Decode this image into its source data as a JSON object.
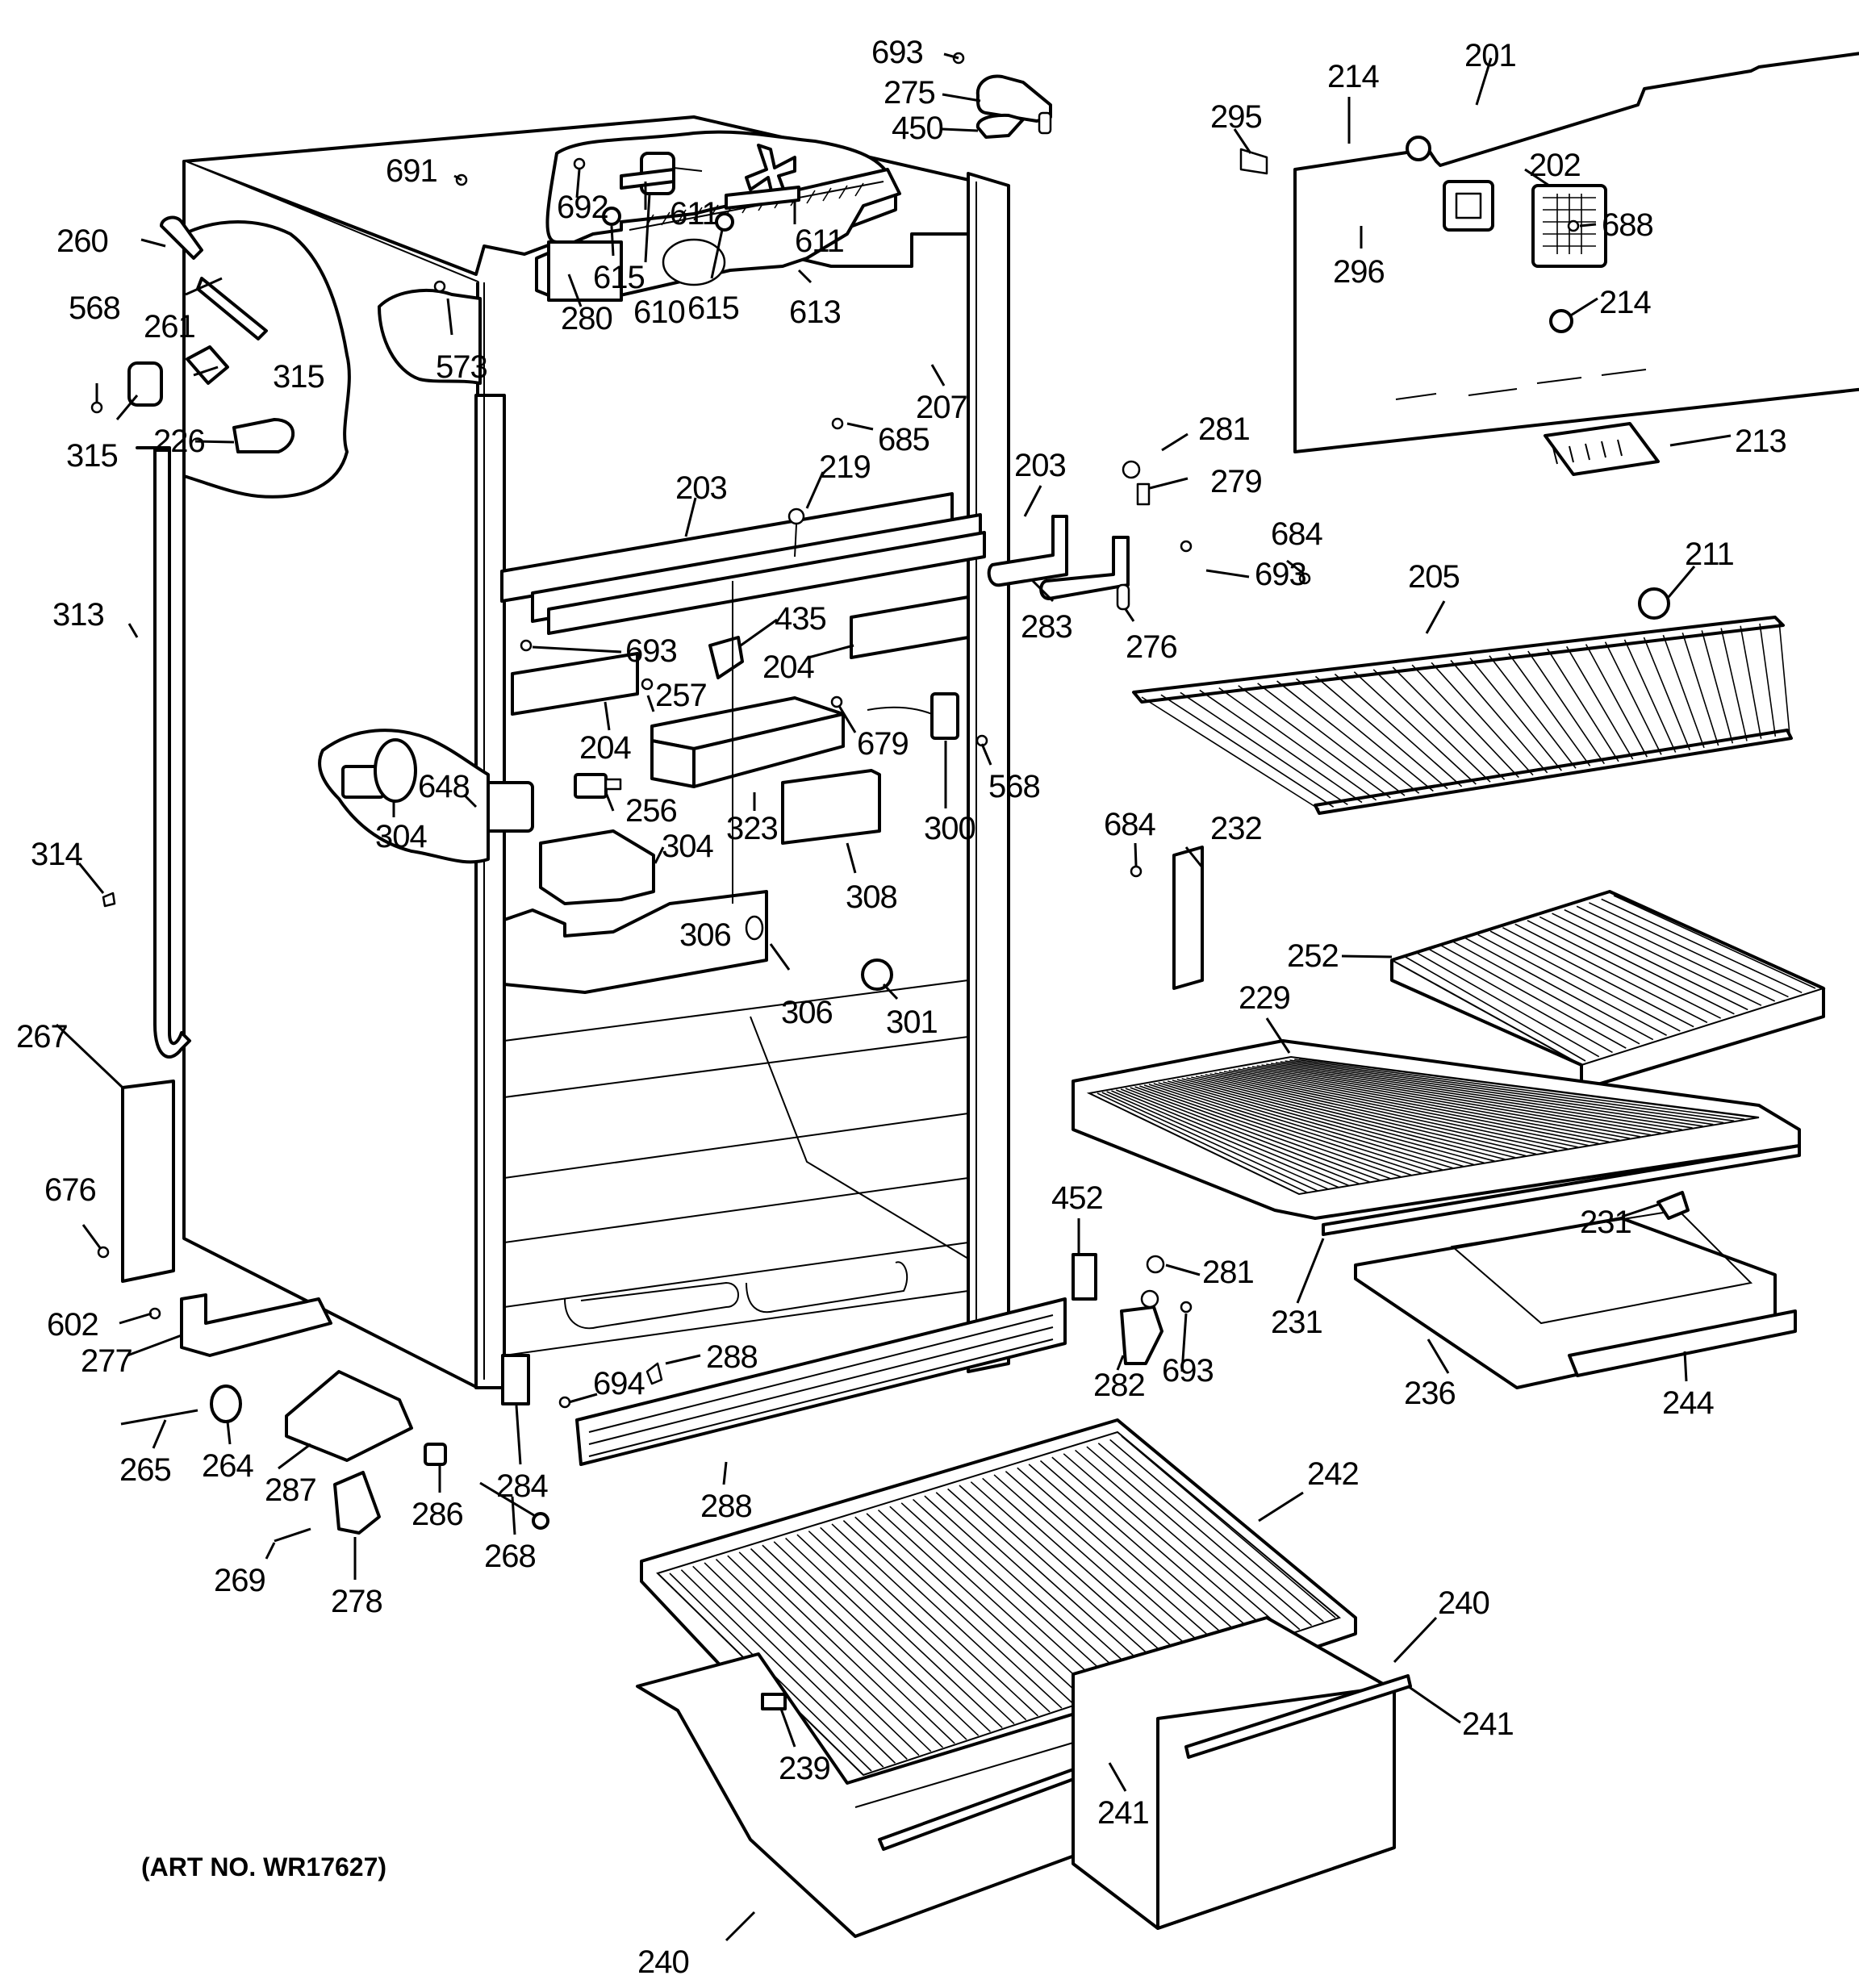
{
  "diagram": {
    "title_caption": "(ART NO. WR17627)",
    "subject": "Refrigerator cabinet exploded parts diagram",
    "callouts": [
      {
        "id": "c693a",
        "label": "693",
        "part": "screw"
      },
      {
        "id": "c275",
        "label": "275",
        "part": "top hinge"
      },
      {
        "id": "c450",
        "label": "450",
        "part": "hinge shim"
      },
      {
        "id": "c201",
        "label": "201",
        "part": "freezer liner back panel"
      },
      {
        "id": "c214a",
        "label": "214",
        "part": "plug"
      },
      {
        "id": "c295",
        "label": "295",
        "part": "wire harness"
      },
      {
        "id": "c202",
        "label": "202",
        "part": "light shield"
      },
      {
        "id": "c688",
        "label": "688",
        "part": "screw"
      },
      {
        "id": "c296",
        "label": "296",
        "part": "switch"
      },
      {
        "id": "c214b",
        "label": "214",
        "part": "plug"
      },
      {
        "id": "c691",
        "label": "691",
        "part": "screw"
      },
      {
        "id": "c692",
        "label": "692",
        "part": "screw"
      },
      {
        "id": "c611a",
        "label": "611",
        "part": "bracket"
      },
      {
        "id": "c611b",
        "label": "611",
        "part": "bracket"
      },
      {
        "id": "c260",
        "label": "260",
        "part": "elbow"
      },
      {
        "id": "c261",
        "label": "261",
        "part": "tube"
      },
      {
        "id": "c568a",
        "label": "568",
        "part": "screw"
      },
      {
        "id": "c315a",
        "label": "315",
        "part": "grommet"
      },
      {
        "id": "c315b",
        "label": "315",
        "part": "drain fitting"
      },
      {
        "id": "c226",
        "label": "226",
        "part": "drain"
      },
      {
        "id": "c615a",
        "label": "615",
        "part": "grommet"
      },
      {
        "id": "c615b",
        "label": "615",
        "part": "grommet"
      },
      {
        "id": "c610",
        "label": "610",
        "part": "fan motor"
      },
      {
        "id": "c613",
        "label": "613",
        "part": "fan blade"
      },
      {
        "id": "c280",
        "label": "280",
        "part": "tube"
      },
      {
        "id": "c573",
        "label": "573",
        "part": "screw"
      },
      {
        "id": "c207",
        "label": "207",
        "part": "evaporator cover"
      },
      {
        "id": "c685",
        "label": "685",
        "part": "screw"
      },
      {
        "id": "c219",
        "label": "219",
        "part": "thermostat sensor"
      },
      {
        "id": "c203a",
        "label": "203",
        "part": "mullion"
      },
      {
        "id": "c203b",
        "label": "203",
        "part": "mullion"
      },
      {
        "id": "c281a",
        "label": "281",
        "part": "bushing"
      },
      {
        "id": "c279",
        "label": "279",
        "part": "hinge pin"
      },
      {
        "id": "c213",
        "label": "213",
        "part": "ice tray"
      },
      {
        "id": "c684a",
        "label": "684",
        "part": "screw"
      },
      {
        "id": "c693b",
        "label": "693",
        "part": "screw"
      },
      {
        "id": "c283",
        "label": "283",
        "part": "hinge support"
      },
      {
        "id": "c276",
        "label": "276",
        "part": "center hinge"
      },
      {
        "id": "c211",
        "label": "211",
        "part": "shelf support"
      },
      {
        "id": "c205",
        "label": "205",
        "part": "freezer shelf"
      },
      {
        "id": "c313",
        "label": "313",
        "part": "drain tube"
      },
      {
        "id": "c693c",
        "label": "693",
        "part": "screw"
      },
      {
        "id": "c435",
        "label": "435",
        "part": "light socket"
      },
      {
        "id": "c204a",
        "label": "204",
        "part": "mullion bracket"
      },
      {
        "id": "c204b",
        "label": "204",
        "part": "mullion bracket"
      },
      {
        "id": "c257",
        "label": "257",
        "part": "screw"
      },
      {
        "id": "c679",
        "label": "679",
        "part": "screw"
      },
      {
        "id": "c300",
        "label": "300",
        "part": "thermostat"
      },
      {
        "id": "c568b",
        "label": "568",
        "part": "screw"
      },
      {
        "id": "c648",
        "label": "648",
        "part": "timer"
      },
      {
        "id": "c304a",
        "label": "304",
        "part": "control knob"
      },
      {
        "id": "c304b",
        "label": "304",
        "part": "control"
      },
      {
        "id": "c256",
        "label": "256",
        "part": "switch"
      },
      {
        "id": "c323",
        "label": "323",
        "part": "housing"
      },
      {
        "id": "c308",
        "label": "308",
        "part": "bracket"
      },
      {
        "id": "c314",
        "label": "314",
        "part": "clip"
      },
      {
        "id": "c306a",
        "label": "306",
        "part": "control housing"
      },
      {
        "id": "c306b",
        "label": "306",
        "part": "control housing"
      },
      {
        "id": "c301",
        "label": "301",
        "part": "knob"
      },
      {
        "id": "c684b",
        "label": "684",
        "part": "screw"
      },
      {
        "id": "c232",
        "label": "232",
        "part": "shelf track"
      },
      {
        "id": "c252",
        "label": "252",
        "part": "cantilever shelf"
      },
      {
        "id": "c229",
        "label": "229",
        "part": "fresh food shelf"
      },
      {
        "id": "c267",
        "label": "267",
        "part": "side panel"
      },
      {
        "id": "c676",
        "label": "676",
        "part": "screw"
      },
      {
        "id": "c452",
        "label": "452",
        "part": "shim"
      },
      {
        "id": "c281b",
        "label": "281",
        "part": "bushing"
      },
      {
        "id": "c231a",
        "label": "231",
        "part": "shelf trim"
      },
      {
        "id": "c231b",
        "label": "231",
        "part": "clip"
      },
      {
        "id": "c602",
        "label": "602",
        "part": "screw"
      },
      {
        "id": "c277",
        "label": "277",
        "part": "leveling bracket"
      },
      {
        "id": "c288a",
        "label": "288",
        "part": "clip"
      },
      {
        "id": "c694",
        "label": "694",
        "part": "screw"
      },
      {
        "id": "c282",
        "label": "282",
        "part": "bottom hinge"
      },
      {
        "id": "c693d",
        "label": "693",
        "part": "screw"
      },
      {
        "id": "c236",
        "label": "236",
        "part": "meat pan"
      },
      {
        "id": "c244",
        "label": "244",
        "part": "pan front"
      },
      {
        "id": "c265",
        "label": "265",
        "part": "axle"
      },
      {
        "id": "c264",
        "label": "264",
        "part": "roller"
      },
      {
        "id": "c287",
        "label": "287",
        "part": "roller bracket"
      },
      {
        "id": "c284",
        "label": "284",
        "part": "shim"
      },
      {
        "id": "c288b",
        "label": "288",
        "part": "grille"
      },
      {
        "id": "c286",
        "label": "286",
        "part": "nut"
      },
      {
        "id": "c268",
        "label": "268",
        "part": "leveling screw"
      },
      {
        "id": "c269",
        "label": "269",
        "part": "pin"
      },
      {
        "id": "c278",
        "label": "278",
        "part": "roller"
      },
      {
        "id": "c242",
        "label": "242",
        "part": "crisper cover"
      },
      {
        "id": "c240a",
        "label": "240",
        "part": "crisper drawer"
      },
      {
        "id": "c241a",
        "label": "241",
        "part": "drawer handle"
      },
      {
        "id": "c239",
        "label": "239",
        "part": "divider"
      },
      {
        "id": "c241b",
        "label": "241",
        "part": "drawer handle"
      },
      {
        "id": "c240b",
        "label": "240",
        "part": "crisper drawer"
      }
    ]
  }
}
